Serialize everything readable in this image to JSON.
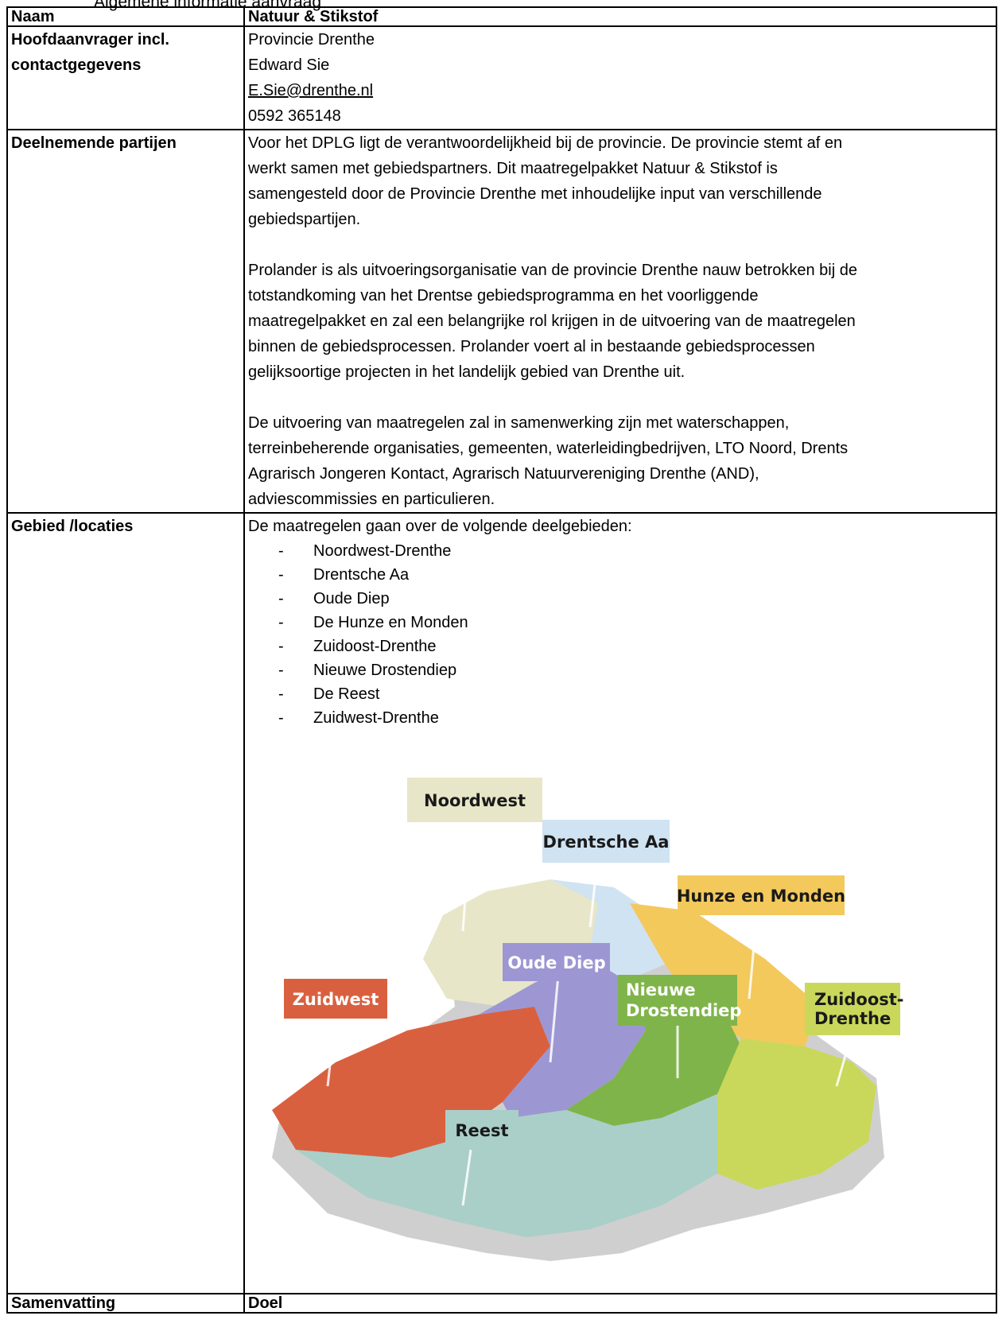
{
  "caption": "Algemene informatie aanvraag",
  "rows": {
    "naam": {
      "label": "Naam",
      "value": "Natuur & Stikstof"
    },
    "hoofdaanvrager": {
      "label_line1": "Hoofdaanvrager incl.",
      "label_line2": "contactgegevens",
      "organisation": "Provincie Drenthe",
      "person": "Edward Sie",
      "email": "E.Sie@drenthe.nl",
      "phone": "0592 365148"
    },
    "deelnemende": {
      "label": "Deelnemende partijen",
      "p1_lines": [
        "Voor het DPLG ligt de verantwoordelijkheid bij de provincie. De provincie stemt af en",
        "werkt samen met gebiedspartners. Dit maatregelpakket Natuur & Stikstof is",
        "samengesteld door de Provincie Drenthe met inhoudelijke input van verschillende",
        "gebiedspartijen."
      ],
      "p2_lines": [
        "Prolander is als uitvoeringsorganisatie van de provincie Drenthe nauw betrokken bij de",
        "totstandkoming van het Drentse gebiedsprogramma en het voorliggende",
        "maatregelpakket en zal een belangrijke rol krijgen in de uitvoering van de maatregelen",
        "binnen de gebiedsprocessen. Prolander voert al in bestaande gebiedsprocessen",
        "gelijksoortige projecten in het landelijk gebied van Drenthe uit."
      ],
      "p3_lines": [
        "De uitvoering van maatregelen zal in samenwerking zijn met waterschappen,",
        "terreinbeherende organisaties, gemeenten, waterleidingbedrijven, LTO Noord, Drents",
        "Agrarisch Jongeren Kontact, Agrarisch Natuurvereniging Drenthe (AND),",
        "adviescommissies en particulieren."
      ]
    },
    "gebied": {
      "label": "Gebied /locaties",
      "intro": "De maatregelen gaan over de volgende deelgebieden:",
      "areas": [
        "Noordwest-Drenthe",
        "Drentsche Aa",
        "Oude Diep",
        "De Hunze en Monden",
        "Zuidoost-Drenthe",
        "Nieuwe Drostendiep",
        "De Reest",
        "Zuidwest-Drenthe"
      ],
      "map": {
        "labels": {
          "noordwest": "Noordwest",
          "drentsche_aa": "Drentsche Aa",
          "hunze": "Hunze en Monden",
          "oude_diep": "Oude Diep",
          "zuidwest": "Zuidwest",
          "nieuwe_line1": "Nieuwe",
          "nieuwe_line2": "Drostendiep",
          "zuidoost_line1": "Zuidoost-",
          "zuidoost_line2": "Drenthe",
          "reest": "Reest"
        },
        "colors": {
          "noordwest": "#e8e6c8",
          "drentsche_aa": "#cfe3f2",
          "hunze": "#f3c95c",
          "oude_diep": "#9c97d3",
          "zuidwest": "#d9603f",
          "nieuwe": "#7fb44a",
          "zuidoost": "#c9d85a",
          "reest": "#a9cfc8"
        }
      }
    },
    "samenvatting": {
      "label": "Samenvatting",
      "value": "Doel"
    }
  }
}
